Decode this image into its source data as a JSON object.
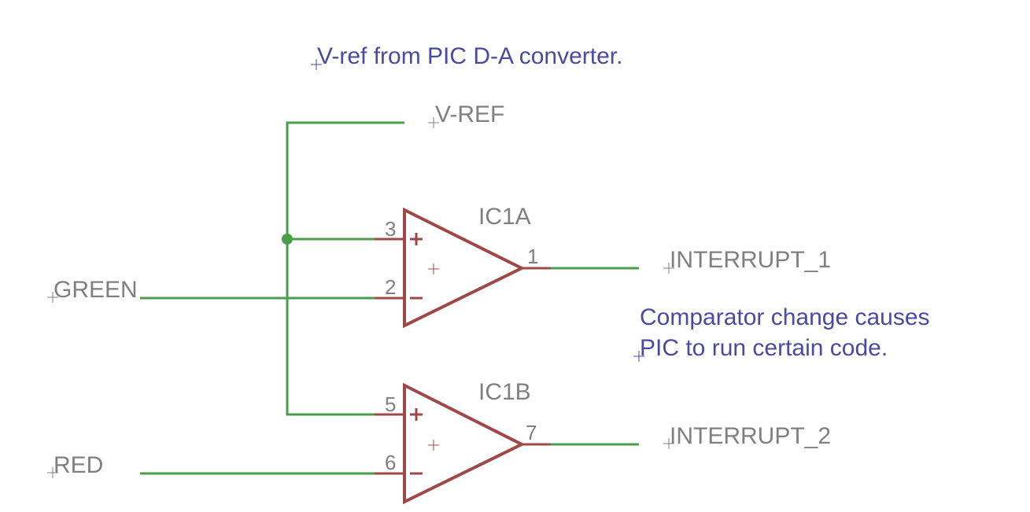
{
  "colors": {
    "wire": "#4a9e4a",
    "part": "#a04848",
    "net_label": "#808080",
    "note_text": "#4a4aa0",
    "background": "#ffffff"
  },
  "notes": [
    {
      "text": "V-ref from PIC D-A converter."
    },
    {
      "text": "Comparator change causes"
    },
    {
      "text": "PIC to run certain code."
    }
  ],
  "net_labels": {
    "vref": "V-REF",
    "green": "GREEN",
    "red": "RED",
    "interrupt1": "INTERRUPT_1",
    "interrupt2": "INTERRUPT_2"
  },
  "parts": [
    {
      "name": "IC1A",
      "pins": {
        "plus": "3",
        "minus": "2",
        "out": "1"
      },
      "plus_symbol": "+",
      "minus_symbol": "−"
    },
    {
      "name": "IC1B",
      "pins": {
        "plus": "5",
        "minus": "6",
        "out": "7"
      },
      "plus_symbol": "+",
      "minus_symbol": "−"
    }
  ]
}
